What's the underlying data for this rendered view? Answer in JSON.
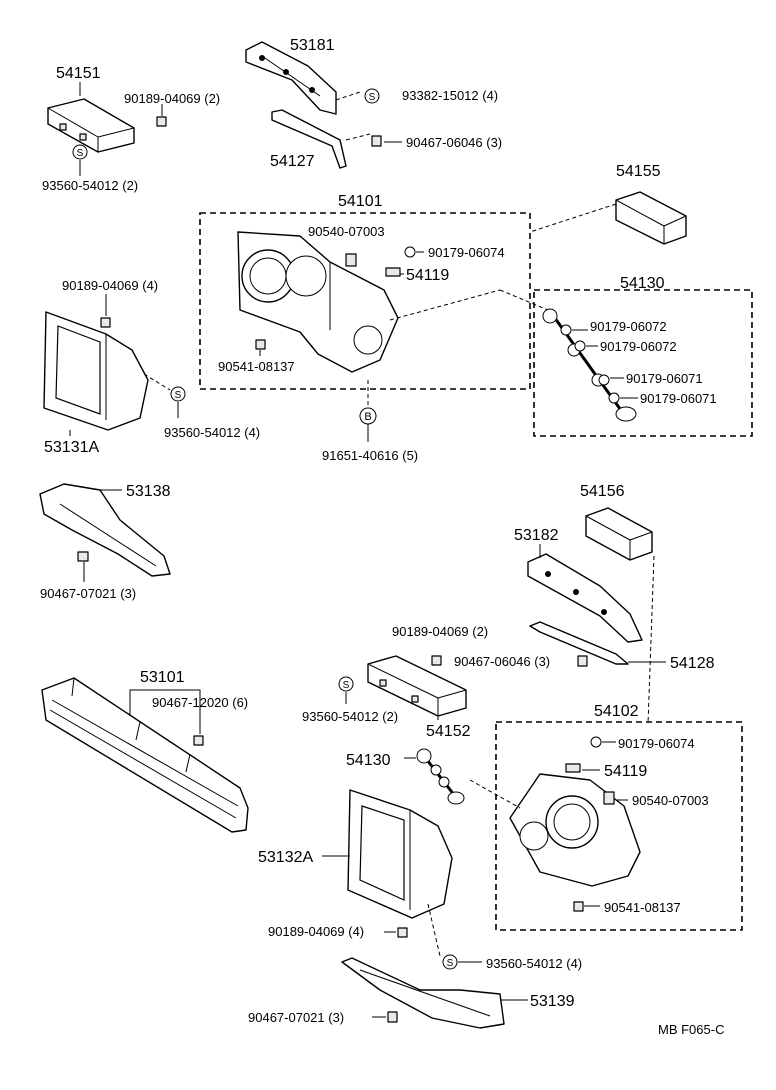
{
  "labels": {
    "p54151": "54151",
    "p53181": "53181",
    "p90189_a": "90189-04069 (2)",
    "p93382": "93382-15012 (4)",
    "p90467_06046_a": "90467-06046 (3)",
    "p54127": "54127",
    "p93560_a": "93560-54012 (2)",
    "p54155": "54155",
    "p54101": "54101",
    "p90540_a": "90540-07003",
    "p90179_06074_a": "90179-06074",
    "p54119_a": "54119",
    "p54130_a": "54130",
    "p90189_b": "90189-04069 (4)",
    "p90179_06072_a": "90179-06072",
    "p90179_06072_b": "90179-06072",
    "p90541_a": "90541-08137",
    "p90179_06071_a": "90179-06071",
    "p90179_06071_b": "90179-06071",
    "p93560_b": "93560-54012 (4)",
    "p53131a": "53131A",
    "p91651": "91651-40616 (5)",
    "p53138": "53138",
    "p54156": "54156",
    "p53182": "53182",
    "p90467_07021_a": "90467-07021 (3)",
    "p90189_c": "90189-04069 (2)",
    "p90467_06046_b": "90467-06046 (3)",
    "p54128": "54128",
    "p53101": "53101",
    "p90467_12020": "90467-12020 (6)",
    "p93560_c": "93560-54012 (2)",
    "p54152": "54152",
    "p54102": "54102",
    "p90179_06074_b": "90179-06074",
    "p54130_b": "54130",
    "p54119_b": "54119",
    "p90540_b": "90540-07003",
    "p53132a": "53132A",
    "p90541_b": "90541-08137",
    "p90189_d": "90189-04069 (4)",
    "p93560_d": "93560-54012 (4)",
    "p53139": "53139",
    "p90467_07021_b": "90467-07021 (3)",
    "footer": "MB  F065-C"
  },
  "symbols": {
    "s": "S",
    "b": "B"
  }
}
